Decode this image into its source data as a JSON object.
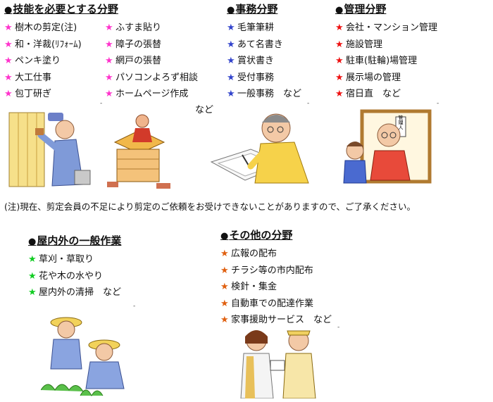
{
  "skills": {
    "title": "技能を必要とする分野",
    "col1": [
      "樹木の剪定(注)",
      "和・洋裁(ﾘﾌｫｰﾑ)",
      "ペンキ塗り",
      "大工仕事",
      "包丁研ぎ"
    ],
    "col2": [
      "ふすま貼り",
      "障子の張替",
      "網戸の張替",
      "パソコンよろず相談",
      "ホームページ作成"
    ],
    "etc": "など"
  },
  "office": {
    "title": "事務分野",
    "items": [
      "毛筆筆耕",
      "あて名書き",
      "賞状書き",
      "受付事務",
      "一般事務　など"
    ]
  },
  "management": {
    "title": "管理分野",
    "items": [
      "会社・マンション管理",
      "施設管理",
      "駐車(駐輪)場管理",
      "展示場の管理",
      "宿日直　など"
    ]
  },
  "note": "(注)現在、剪定会員の不足により剪定のご依頼をお受けできないことがありますので、ご了承ください。",
  "general": {
    "title": "屋内外の一般作業",
    "items": [
      "草刈・草取り",
      "花や木の水やり",
      "屋内外の清掃　など"
    ]
  },
  "other": {
    "title": "その他の分野",
    "items": [
      "広報の配布",
      "チラシ等の市内配布",
      "検針・集金",
      "自動車での配達作業",
      "家事援助サービス　など"
    ]
  },
  "sign_text": "管理人",
  "colors": {
    "pink_star": "#ff33cc",
    "blue_star": "#3344cc",
    "red_star": "#ee1111",
    "green_star": "#11cc22",
    "orange_star": "#e06010"
  }
}
